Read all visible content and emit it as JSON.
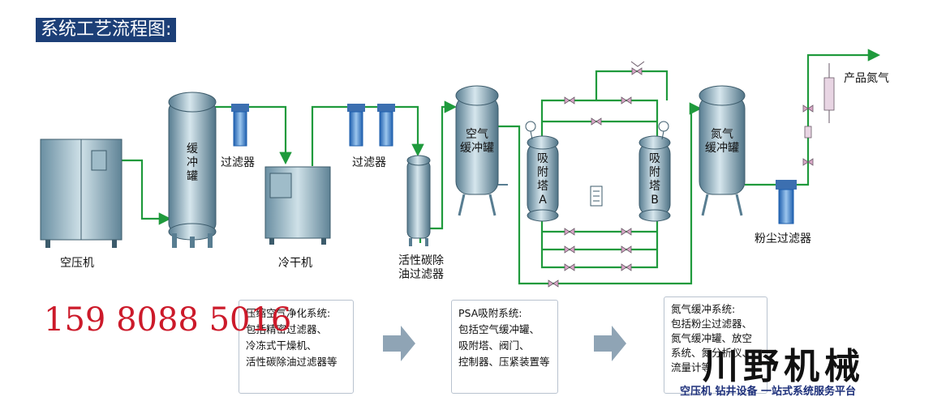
{
  "title": "系统工艺流程图:",
  "equipment": {
    "air_compressor": "空压机",
    "buffer_tank_chars": [
      "缓",
      "冲",
      "罐"
    ],
    "filter_1": "过滤器",
    "dryer": "冷干机",
    "filter_2": "过滤器",
    "carbon_filter_line1": "活性碳除",
    "carbon_filter_line2": "油过滤器",
    "air_buffer_line1": "空气",
    "air_buffer_line2": "缓冲罐",
    "tower_a_chars": [
      "吸",
      "附",
      "塔",
      "A"
    ],
    "tower_b_chars": [
      "吸",
      "附",
      "塔",
      "B"
    ],
    "nitrogen_buffer_line1": "氮气",
    "nitrogen_buffer_line2": "缓冲罐",
    "dust_filter": "粉尘过滤器",
    "product": "产品氮气"
  },
  "descriptions": [
    {
      "lines": [
        "压缩空气净化系统:",
        "包括精密过滤器、",
        "冷冻式干燥机、",
        "活性碳除油过滤器等"
      ]
    },
    {
      "lines": [
        "PSA吸附系统:",
        "包括空气缓冲罐、",
        "吸附塔、阀门、",
        "控制器、压紧装置等"
      ]
    },
    {
      "lines": [
        "氮气缓冲系统:",
        "包括粉尘过滤器、",
        "氮气缓冲罐、放空",
        "系统、氮分析仪、",
        "流量计等"
      ]
    }
  ],
  "phone": "159 8088 5016",
  "brand": {
    "name": "川野机械",
    "tagline": "空压机 钻井设备 一站式系统服务平台"
  },
  "colors": {
    "pipe": "#1f9a3c",
    "tank_dark": "#587d91",
    "tank_light": "#c9dde6",
    "filter_blue": "#2a73c8",
    "title_bg": "#1c3f77",
    "phone": "#cc1a2a",
    "arrow": "#8fa4b5"
  }
}
